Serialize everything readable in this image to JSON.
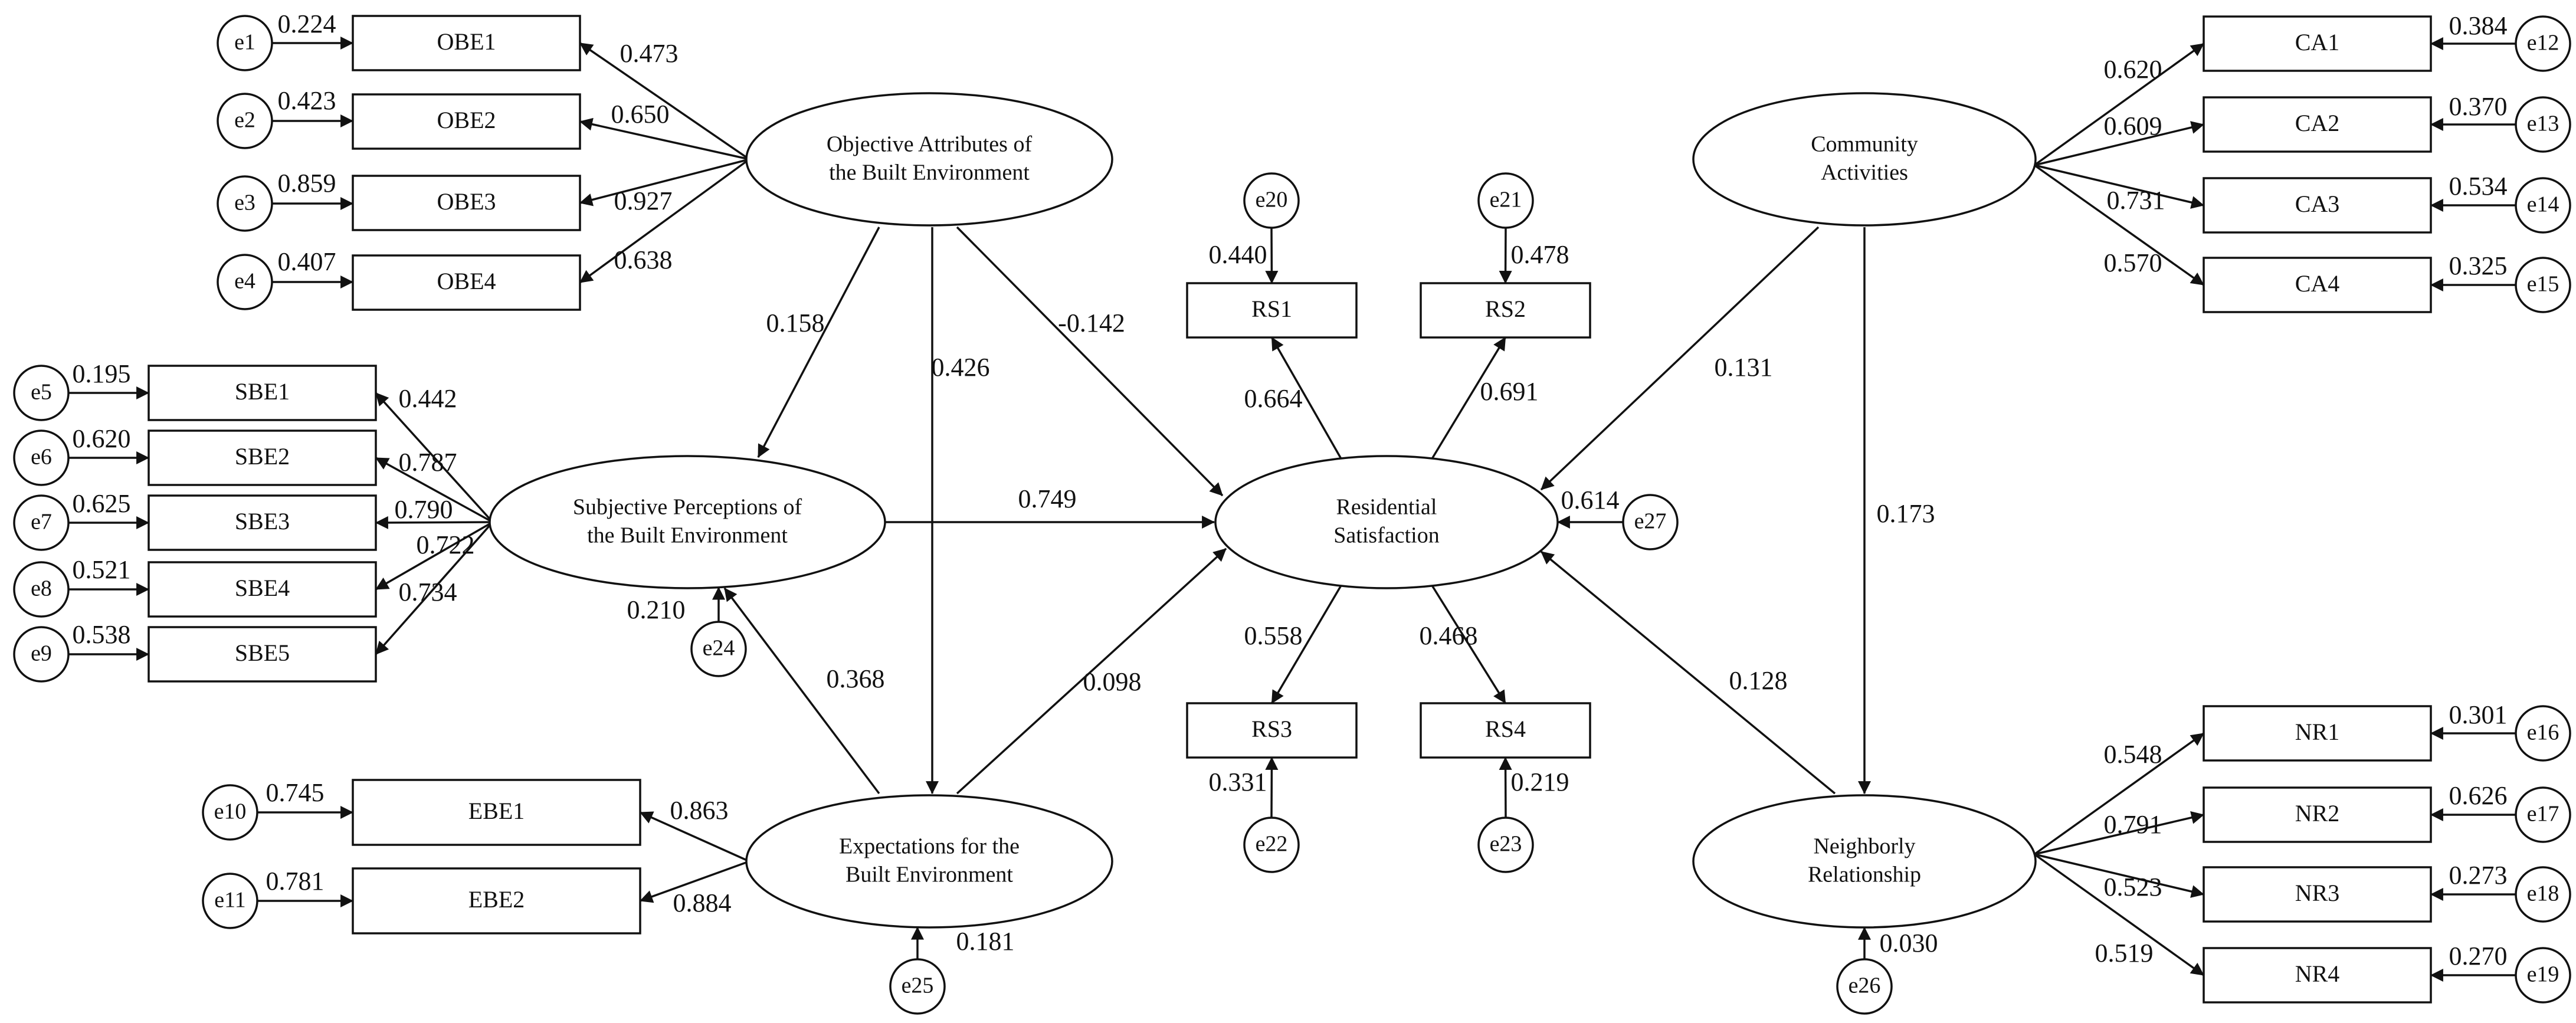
{
  "diagram": {
    "latents": [
      {
        "id": "OBE",
        "lines": [
          "Objective Attributes of",
          "the Built Environment"
        ]
      },
      {
        "id": "SBE",
        "lines": [
          "Subjective Perceptions of",
          "the Built Environment"
        ]
      },
      {
        "id": "EBE",
        "lines": [
          "Expectations for the",
          "Built Environment"
        ]
      },
      {
        "id": "RS",
        "lines": [
          "Residential",
          "Satisfaction"
        ]
      },
      {
        "id": "CA",
        "lines": [
          "Community",
          "Activities"
        ]
      },
      {
        "id": "NR",
        "lines": [
          "Neighborly",
          "Relationship"
        ]
      }
    ],
    "indicators": [
      {
        "id": "OBE1",
        "label": "OBE1"
      },
      {
        "id": "OBE2",
        "label": "OBE2"
      },
      {
        "id": "OBE3",
        "label": "OBE3"
      },
      {
        "id": "OBE4",
        "label": "OBE4"
      },
      {
        "id": "SBE1",
        "label": "SBE1"
      },
      {
        "id": "SBE2",
        "label": "SBE2"
      },
      {
        "id": "SBE3",
        "label": "SBE3"
      },
      {
        "id": "SBE4",
        "label": "SBE4"
      },
      {
        "id": "SBE5",
        "label": "SBE5"
      },
      {
        "id": "EBE1",
        "label": "EBE1"
      },
      {
        "id": "EBE2",
        "label": "EBE2"
      },
      {
        "id": "RS1",
        "label": "RS1"
      },
      {
        "id": "RS2",
        "label": "RS2"
      },
      {
        "id": "RS3",
        "label": "RS3"
      },
      {
        "id": "RS4",
        "label": "RS4"
      },
      {
        "id": "CA1",
        "label": "CA1"
      },
      {
        "id": "CA2",
        "label": "CA2"
      },
      {
        "id": "CA3",
        "label": "CA3"
      },
      {
        "id": "CA4",
        "label": "CA4"
      },
      {
        "id": "NR1",
        "label": "NR1"
      },
      {
        "id": "NR2",
        "label": "NR2"
      },
      {
        "id": "NR3",
        "label": "NR3"
      },
      {
        "id": "NR4",
        "label": "NR4"
      }
    ],
    "errors": [
      {
        "id": "e1",
        "label": "e1",
        "target": "OBE1",
        "value": "0.224"
      },
      {
        "id": "e2",
        "label": "e2",
        "target": "OBE2",
        "value": "0.423"
      },
      {
        "id": "e3",
        "label": "e3",
        "target": "OBE3",
        "value": "0.859"
      },
      {
        "id": "e4",
        "label": "e4",
        "target": "OBE4",
        "value": "0.407"
      },
      {
        "id": "e5",
        "label": "e5",
        "target": "SBE1",
        "value": "0.195"
      },
      {
        "id": "e6",
        "label": "e6",
        "target": "SBE2",
        "value": "0.620"
      },
      {
        "id": "e7",
        "label": "e7",
        "target": "SBE3",
        "value": "0.625"
      },
      {
        "id": "e8",
        "label": "e8",
        "target": "SBE4",
        "value": "0.521"
      },
      {
        "id": "e9",
        "label": "e9",
        "target": "SBE5",
        "value": "0.538"
      },
      {
        "id": "e10",
        "label": "e10",
        "target": "EBE1",
        "value": "0.745"
      },
      {
        "id": "e11",
        "label": "e11",
        "target": "EBE2",
        "value": "0.781"
      },
      {
        "id": "e12",
        "label": "e12",
        "target": "CA1",
        "value": "0.384"
      },
      {
        "id": "e13",
        "label": "e13",
        "target": "CA2",
        "value": "0.370"
      },
      {
        "id": "e14",
        "label": "e14",
        "target": "CA3",
        "value": "0.534"
      },
      {
        "id": "e15",
        "label": "e15",
        "target": "CA4",
        "value": "0.325"
      },
      {
        "id": "e16",
        "label": "e16",
        "target": "NR1",
        "value": "0.301"
      },
      {
        "id": "e17",
        "label": "e17",
        "target": "NR2",
        "value": "0.626"
      },
      {
        "id": "e18",
        "label": "e18",
        "target": "NR3",
        "value": "0.273"
      },
      {
        "id": "e19",
        "label": "e19",
        "target": "NR4",
        "value": "0.270"
      },
      {
        "id": "e20",
        "label": "e20",
        "target": "RS1",
        "value": "0.440"
      },
      {
        "id": "e21",
        "label": "e21",
        "target": "RS2",
        "value": "0.478"
      },
      {
        "id": "e22",
        "label": "e22",
        "target": "RS3",
        "value": "0.331"
      },
      {
        "id": "e23",
        "label": "e23",
        "target": "RS4",
        "value": "0.219"
      },
      {
        "id": "e24",
        "label": "e24",
        "target": "SBE",
        "value": "0.210"
      },
      {
        "id": "e25",
        "label": "e25",
        "target": "EBE",
        "value": "0.181"
      },
      {
        "id": "e26",
        "label": "e26",
        "target": "NR",
        "value": "0.030"
      },
      {
        "id": "e27",
        "label": "e27",
        "target": "RS",
        "value": "0.614"
      }
    ],
    "loadings": [
      {
        "from": "OBE",
        "to": "OBE1",
        "value": "0.473"
      },
      {
        "from": "OBE",
        "to": "OBE2",
        "value": "0.650"
      },
      {
        "from": "OBE",
        "to": "OBE3",
        "value": "0.927"
      },
      {
        "from": "OBE",
        "to": "OBE4",
        "value": "0.638"
      },
      {
        "from": "SBE",
        "to": "SBE1",
        "value": "0.442"
      },
      {
        "from": "SBE",
        "to": "SBE2",
        "value": "0.787"
      },
      {
        "from": "SBE",
        "to": "SBE3",
        "value": "0.790"
      },
      {
        "from": "SBE",
        "to": "SBE4",
        "value": "0.722"
      },
      {
        "from": "SBE",
        "to": "SBE5",
        "value": "0.734"
      },
      {
        "from": "EBE",
        "to": "EBE1",
        "value": "0.863"
      },
      {
        "from": "EBE",
        "to": "EBE2",
        "value": "0.884"
      },
      {
        "from": "RS",
        "to": "RS1",
        "value": "0.664"
      },
      {
        "from": "RS",
        "to": "RS2",
        "value": "0.691"
      },
      {
        "from": "RS",
        "to": "RS3",
        "value": "0.558"
      },
      {
        "from": "RS",
        "to": "RS4",
        "value": "0.468"
      },
      {
        "from": "CA",
        "to": "CA1",
        "value": "0.620"
      },
      {
        "from": "CA",
        "to": "CA2",
        "value": "0.609"
      },
      {
        "from": "CA",
        "to": "CA3",
        "value": "0.731"
      },
      {
        "from": "CA",
        "to": "CA4",
        "value": "0.570"
      },
      {
        "from": "NR",
        "to": "NR1",
        "value": "0.548"
      },
      {
        "from": "NR",
        "to": "NR2",
        "value": "0.791"
      },
      {
        "from": "NR",
        "to": "NR3",
        "value": "0.523"
      },
      {
        "from": "NR",
        "to": "NR4",
        "value": "0.519"
      }
    ],
    "paths": [
      {
        "from": "OBE",
        "to": "SBE",
        "value": "0.158"
      },
      {
        "from": "OBE",
        "to": "EBE",
        "value": "0.426"
      },
      {
        "from": "OBE",
        "to": "RS",
        "value": "-0.142"
      },
      {
        "from": "SBE",
        "to": "RS",
        "value": "0.749"
      },
      {
        "from": "EBE",
        "to": "SBE",
        "value": "0.368"
      },
      {
        "from": "EBE",
        "to": "RS",
        "value": "0.098"
      },
      {
        "from": "CA",
        "to": "RS",
        "value": "0.131"
      },
      {
        "from": "CA",
        "to": "NR",
        "value": "0.173"
      },
      {
        "from": "NR",
        "to": "RS",
        "value": "0.128"
      }
    ]
  }
}
